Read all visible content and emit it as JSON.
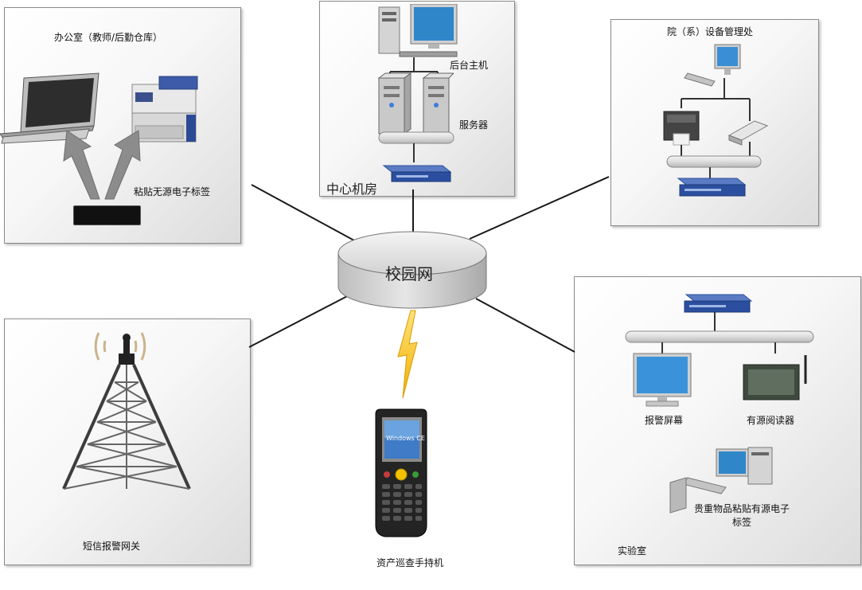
{
  "network": {
    "label": "校园网"
  },
  "office": {
    "title": "办公室（教师/后勤仓库）",
    "tag_label": "粘贴无源电子标签"
  },
  "datacenter": {
    "title": "中心机房",
    "host_label": "后台主机",
    "server_label": "服务器"
  },
  "equipment": {
    "title": "院（系）设备管理处"
  },
  "lab": {
    "title": "实验室",
    "alarm_screen_label": "报警屏幕",
    "reader_label": "有源阅读器",
    "tag_label": "贵重物品粘贴有源电子标签"
  },
  "sms": {
    "label": "短信报警网关"
  },
  "handheld": {
    "label": "资产巡查手持机",
    "screen_text": "Windows CE"
  },
  "colors": {
    "link": "#1a1a1a",
    "cylinder": "#d9d9d9",
    "bolt": "#f2b100",
    "switch": "#2b4f9e",
    "arrow": "#8c8c8c"
  }
}
